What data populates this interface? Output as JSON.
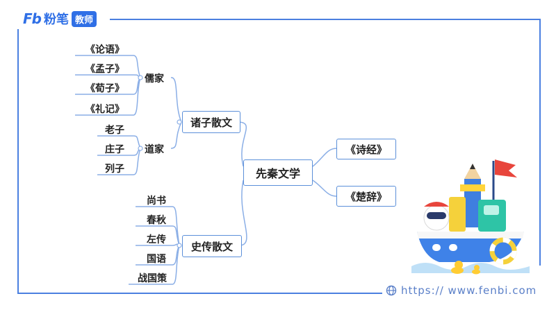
{
  "brand": {
    "logo_mark": "Fb",
    "name": "粉笔",
    "badge": "教师"
  },
  "mindmap": {
    "root": "先秦文学",
    "right": [
      "《诗经》",
      "《楚辞》"
    ],
    "zhuzi": {
      "label": "诸子散文",
      "rujia": {
        "label": "儒家",
        "items": [
          "《论语》",
          "《孟子》",
          "《荀子》",
          "《礼记》"
        ]
      },
      "daojia": {
        "label": "道家",
        "items": [
          "老子",
          "庄子",
          "列子"
        ]
      }
    },
    "shizhuan": {
      "label": "史传散文",
      "items": [
        "尚书",
        "春秋",
        "左传",
        "国语",
        "战国策"
      ]
    }
  },
  "footer": {
    "url": "https:// www.fenbi.com",
    "globe_icon": "globe-icon"
  },
  "colors": {
    "frame": "#4a7fe0",
    "node_border": "#5b8fd9",
    "link": "#8aaee6"
  }
}
